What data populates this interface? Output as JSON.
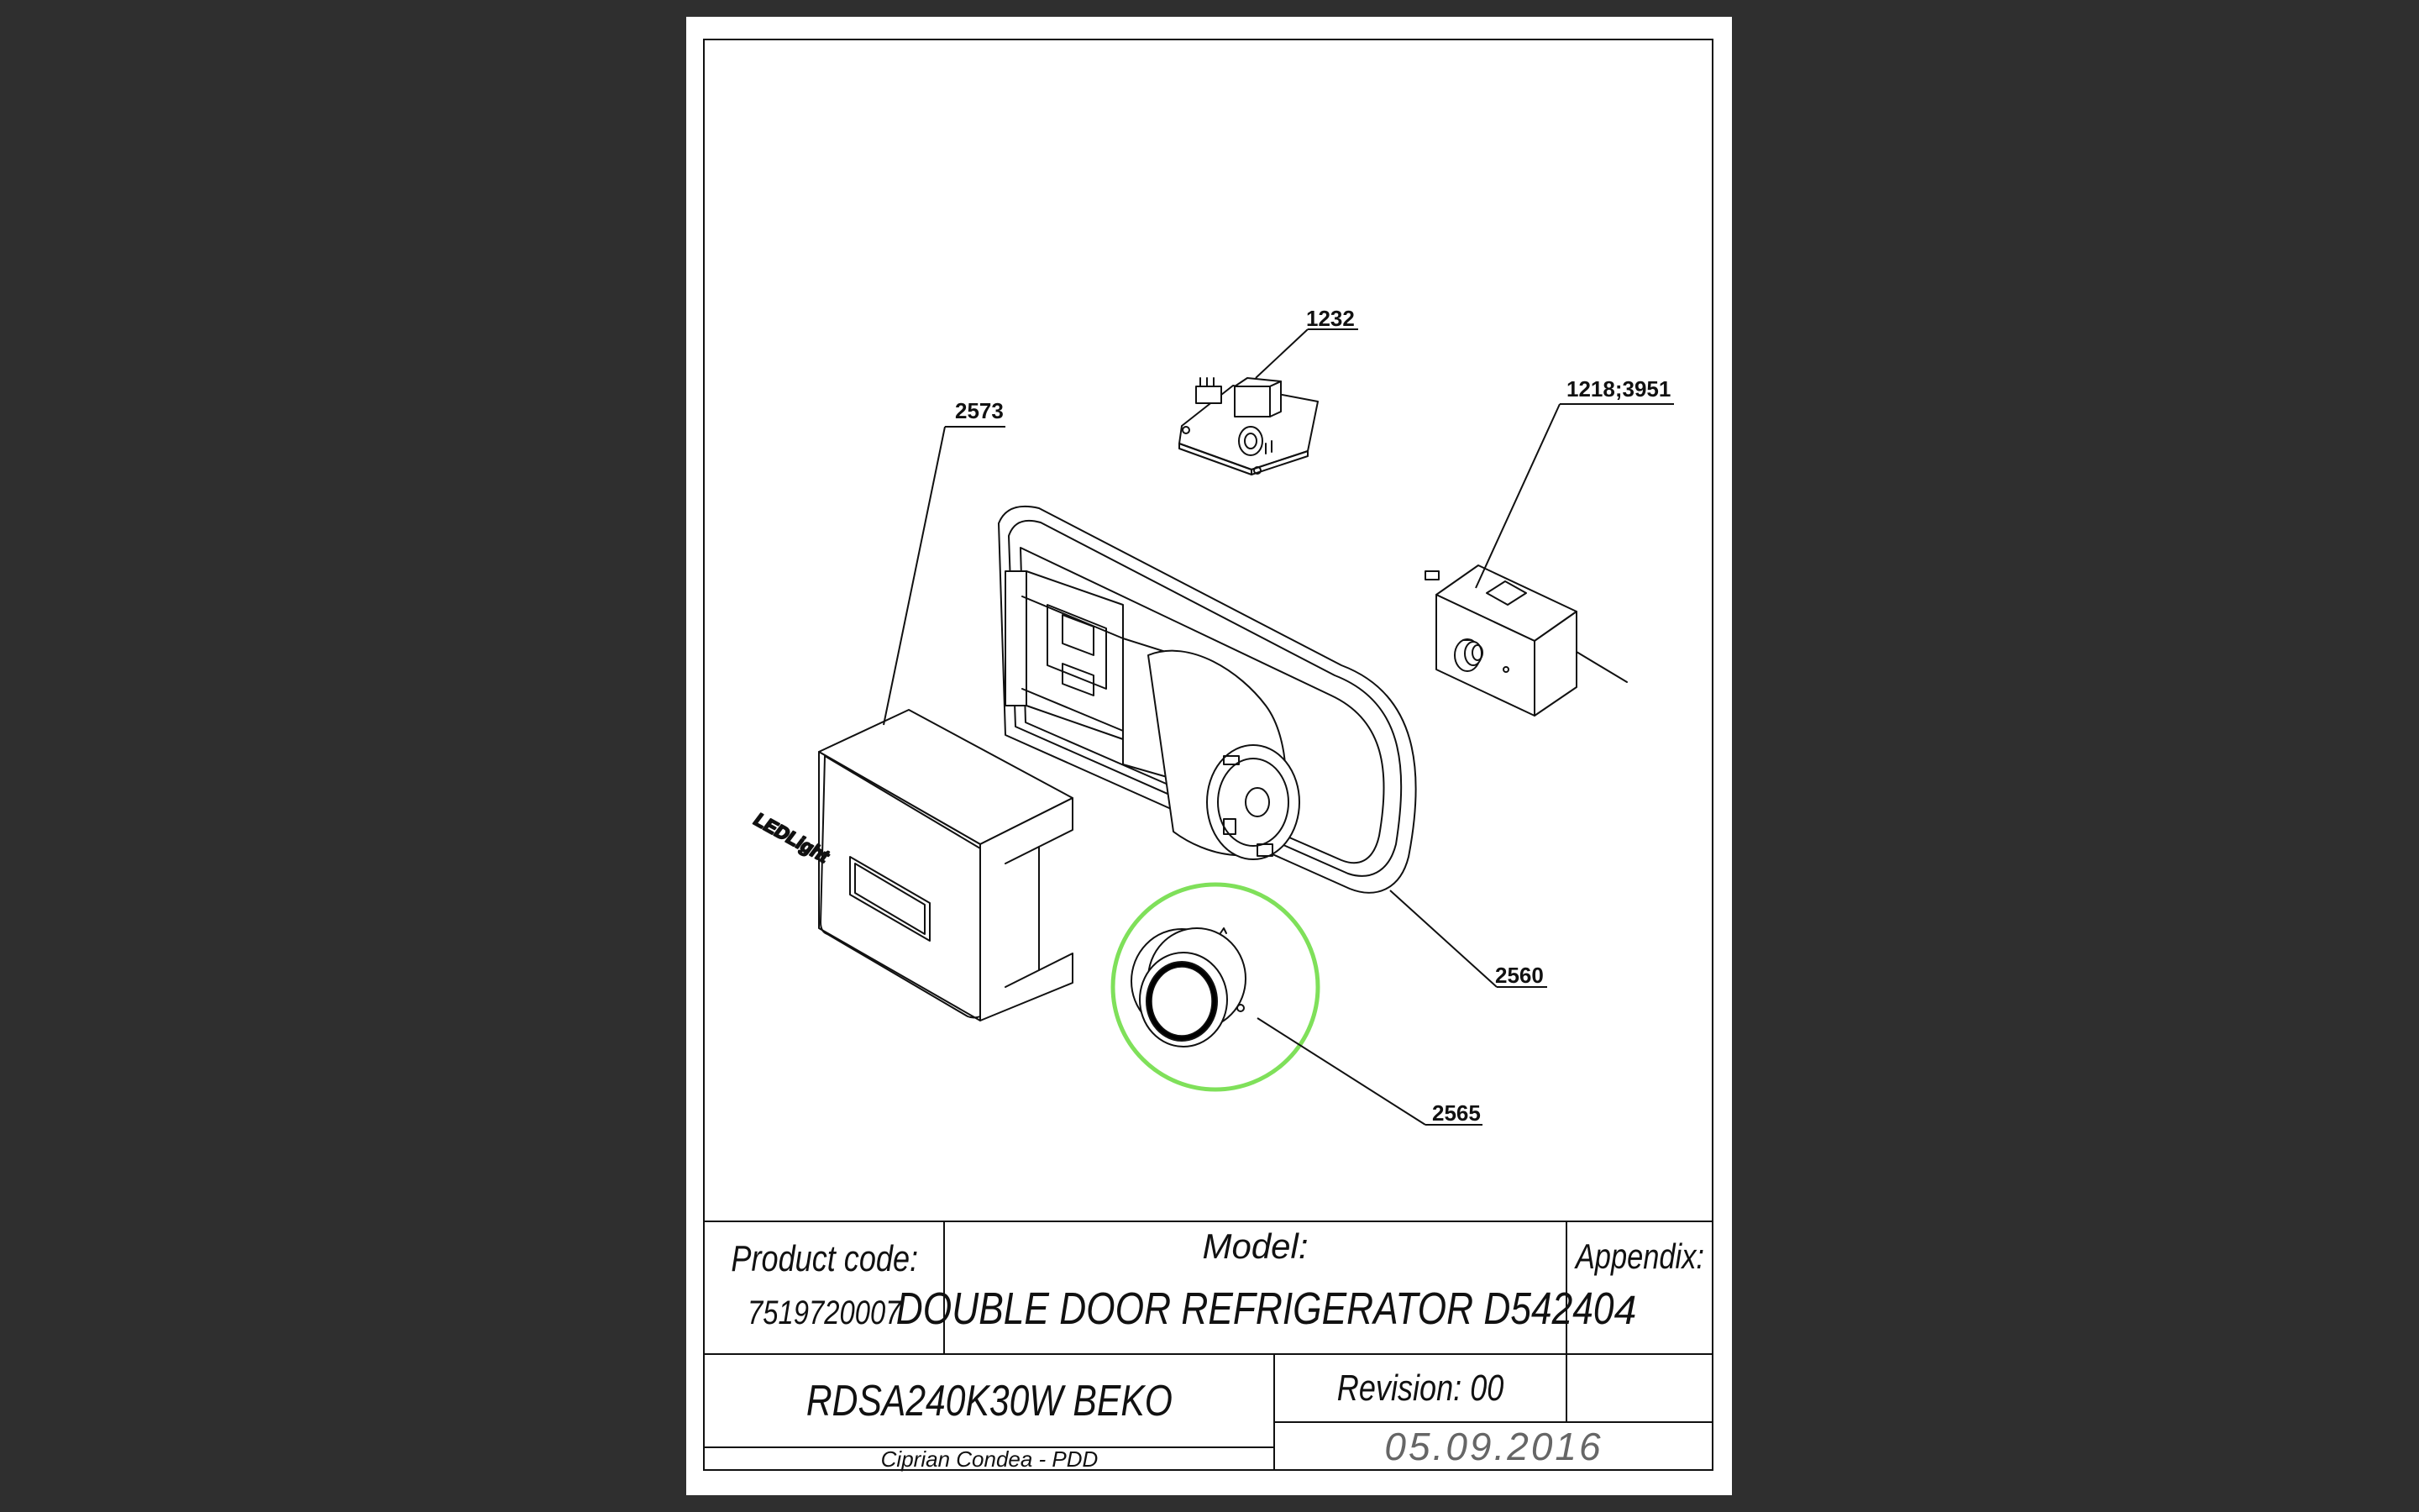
{
  "callouts": {
    "board": "1232",
    "cover": "2573",
    "thermostat": "1218;3951",
    "housing": "2560",
    "knob": "2565"
  },
  "decal": "LEDLight",
  "highlight_color": "#7fe05a",
  "title_block": {
    "product_code_label": "Product code:",
    "product_code": "7519720007",
    "model_label": "Model:",
    "model": "DOUBLE DOOR REFRIGERATOR D54240",
    "appendix_label": "Appendix:",
    "appendix": "4",
    "model_code": "RDSA240K30W BEKO",
    "revision": "Revision: 00",
    "author": "Ciprian Condea - PDD",
    "date": "05.09.2016"
  }
}
